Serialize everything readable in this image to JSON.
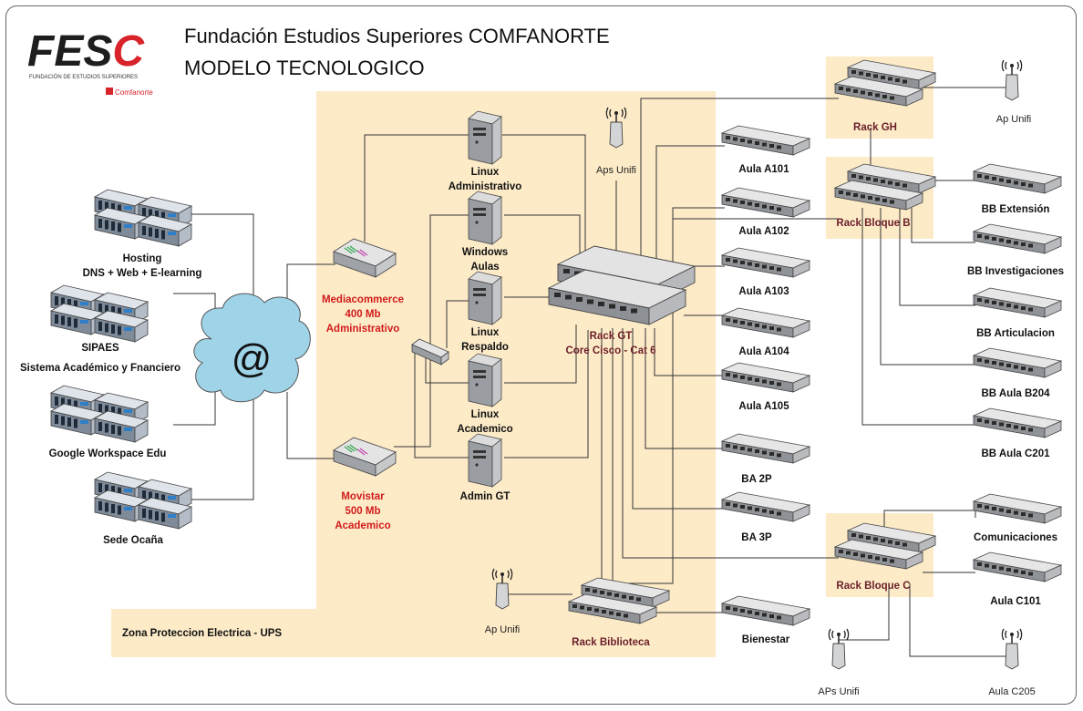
{
  "logo": {
    "brand": "FESC",
    "subtitle": "FUNDACIÓN DE ESTUDIOS SUPERIORES",
    "partner": "Comfanorte"
  },
  "header": {
    "line1": "Fundación Estudios Superiores COMFANORTE",
    "line2": "MODELO TECNOLOGICO"
  },
  "zone_label": "Zona Proteccion Electrica - UPS",
  "cloud_symbol": "@",
  "external": {
    "hosting": [
      "Hosting",
      "DNS + Web + E-learning"
    ],
    "sipaes": [
      "SIPAES",
      "Sistema Académico y Fnanciero"
    ],
    "google": [
      "Google Workspace Edu"
    ],
    "ocana": [
      "Sede Ocaña"
    ]
  },
  "isp": {
    "media": [
      "Mediacommerce",
      "400 Mb",
      "Administrativo"
    ],
    "movistar": [
      "Movistar",
      "500 Mb",
      "Academico"
    ]
  },
  "servers": {
    "linux_admin": [
      "Linux",
      "Administrativo"
    ],
    "windows": [
      "Windows",
      "Aulas"
    ],
    "linux_resp": [
      "Linux",
      "Respaldo"
    ],
    "linux_acad": [
      "Linux",
      "Academico"
    ],
    "admin_gt": [
      "Admin GT"
    ]
  },
  "core": [
    "Rack GT",
    "Core Cisco - Cat 6"
  ],
  "aps_unifi_core": [
    "Aps Unifi"
  ],
  "aulas": {
    "a101": "Aula A101",
    "a102": "Aula A102",
    "a103": "Aula A103",
    "a104": "Aula A104",
    "a105": "Aula A105",
    "ba2p": "BA 2P",
    "ba3p": "BA 3P"
  },
  "racks": {
    "gh": "Rack GH",
    "bloque_b": "Rack Bloque B",
    "bloque_c": "Rack Bloque C",
    "biblioteca": "Rack Biblioteca"
  },
  "ap_gh": "Ap Unifi",
  "ap_biblio": "Ap Unifi",
  "bienestar": "Bienestar",
  "bloque_b_switches": {
    "ext": "BB Extensión",
    "inv": "BB Investigaciones",
    "art": "BB Articulacion",
    "b204": "BB Aula B204",
    "c201": "BB Aula C201"
  },
  "bloque_c_switches": {
    "com": "Comunicaciones",
    "c101": "Aula C101"
  },
  "aps_bloque_c": "APs Unifi",
  "ap_c205": "Aula C205"
}
